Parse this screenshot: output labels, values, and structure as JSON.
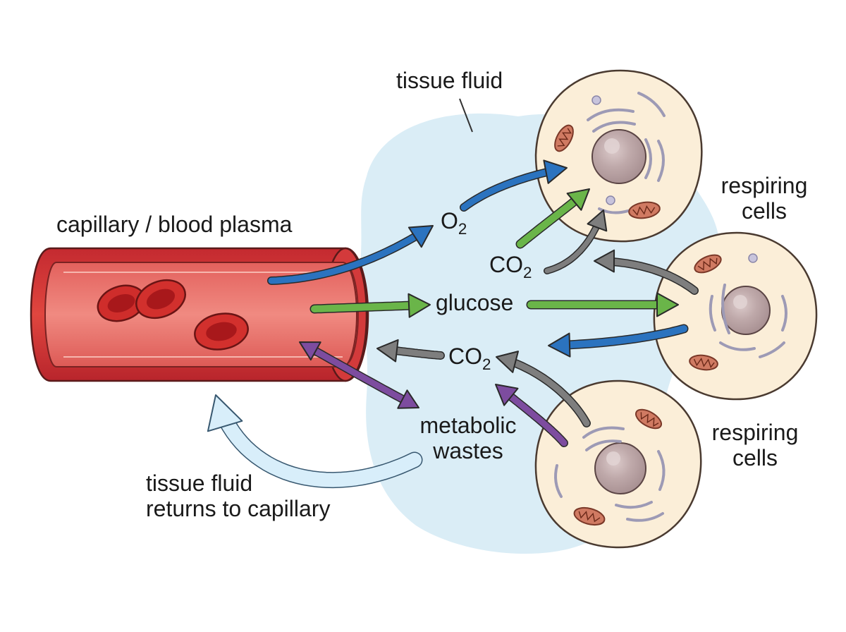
{
  "labels": {
    "tissue_fluid": "tissue fluid",
    "capillary": "capillary / blood plasma",
    "o2_main": "O",
    "o2_sub": "2",
    "co2_top_main": "CO",
    "co2_top_sub": "2",
    "glucose": "glucose",
    "co2_mid_main": "CO",
    "co2_mid_sub": "2",
    "wastes_line1": "metabolic",
    "wastes_line2": "wastes",
    "return_line1": "tissue fluid",
    "return_line2": "returns to capillary",
    "cells_top_line1": "respiring",
    "cells_top_line2": "cells",
    "cells_bottom_line1": "respiring",
    "cells_bottom_line2": "cells"
  },
  "colors": {
    "blood_vessel": "#d8373b",
    "vessel_lumen": "#ec7a72",
    "red_blood_cell": "#cf2d2b",
    "tissue_fluid": "#daedf6",
    "cell_cytoplasm": "#fbeed8",
    "nucleus": "#bca7a8",
    "oxygen_arrow": "#2b73bf",
    "glucose_arrow": "#6ab549",
    "co2_arrow": "#7e7e7e",
    "waste_arrow": "#7d4c9f",
    "return_arrow": "#d8eefa"
  }
}
